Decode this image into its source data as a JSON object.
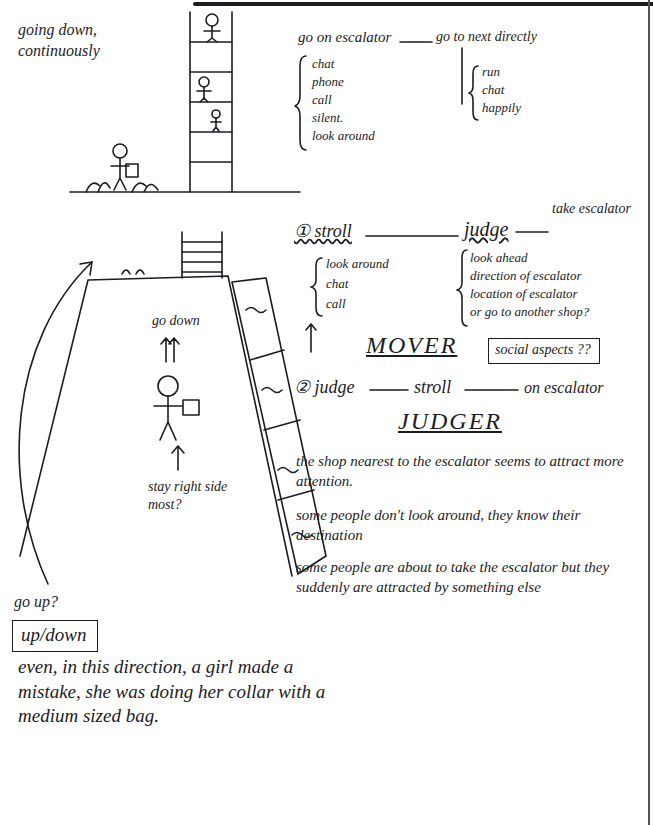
{
  "diagram": {
    "nodes": [
      {
        "text": [
          "social aspects ??"
        ]
      },
      {
        "text": [
          "up/down"
        ]
      }
    ],
    "labels": [
      "going down, continuously",
      "go on escalator",
      "go to next directly",
      "chat",
      "phone",
      "call",
      "silent.",
      "look around",
      "run",
      "chat",
      "happily",
      "① stroll",
      "judge",
      "take escalator",
      "look around",
      "chat",
      "call",
      "look ahead",
      "direction of escalator",
      "location of escalator",
      "or go to another shop?",
      "MOVER",
      "② judge",
      "stroll",
      "on escalator",
      "JUDGER",
      "the shop nearest to the escalator seems to attract more attention.",
      "some people don't look around, they know their destination",
      "some people are about to take the escalator but they suddenly are attracted by something else",
      "go down",
      "stay right side most?",
      "go up?",
      "even, in this direction, a girl made a mistake, she was doing her collar with a medium sized bag."
    ]
  }
}
